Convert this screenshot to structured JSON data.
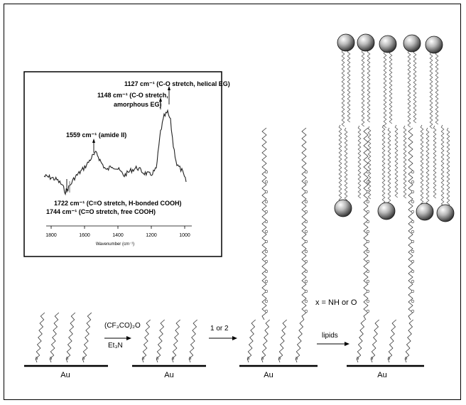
{
  "inset": {
    "x_ticks": [
      "1800",
      "1600",
      "1400",
      "1200",
      "1000"
    ],
    "xlabel": "Wavenumber (cm⁻¹)",
    "annotations": {
      "p1127": "1127 cm⁻¹ (C-O stretch, helical EG)",
      "p1148_a": "1148 cm⁻¹ (C-O stretch,",
      "p1148_b": "amorphous EG)",
      "p1559": "1559 cm⁻¹ (amide II)",
      "p1722": "1722 cm⁻¹ (C=O stretch, H-bonded COOH)",
      "p1744": "1744 cm⁻¹ (C=O stretch, free COOH)"
    }
  },
  "scheme": {
    "substrate": [
      "Au",
      "Au",
      "Au",
      "Au"
    ],
    "reagent_1": "(CF₃CO)₂O",
    "reagent_2": "Et₃N",
    "step_2": "1 or 2",
    "step_3": "lipids",
    "x_def": "x = NH or O"
  }
}
